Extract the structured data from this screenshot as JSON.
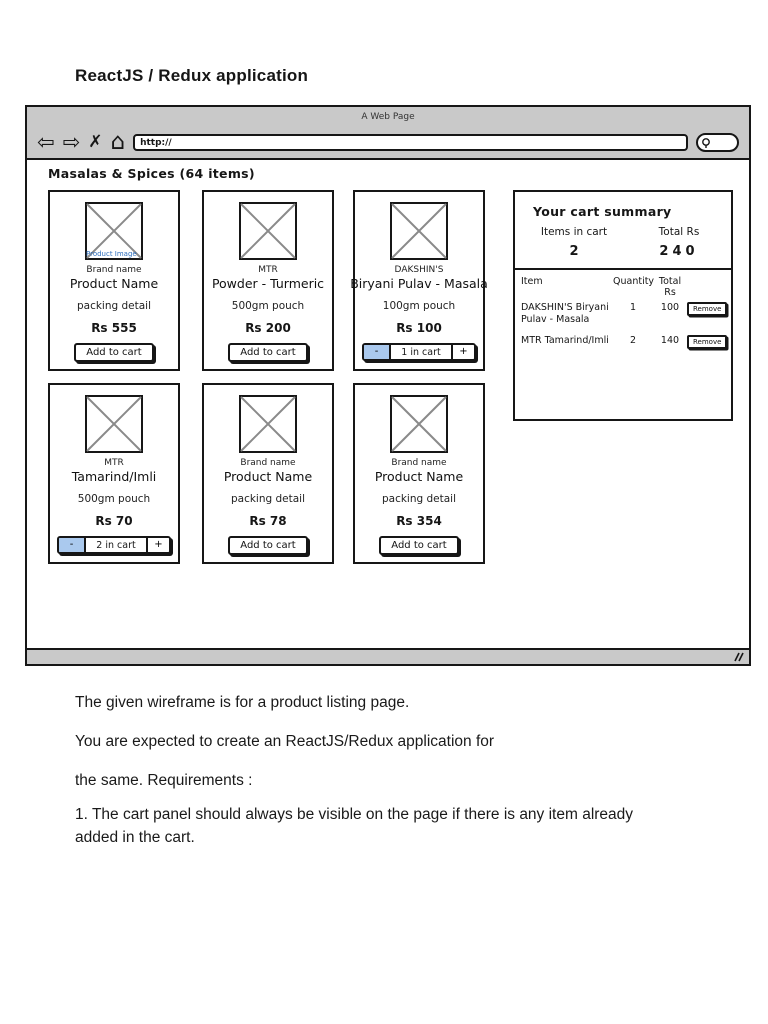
{
  "document": {
    "title": "ReactJS / Redux application",
    "paragraphs": {
      "p1": "The given wireframe is for a product listing page.",
      "p2": "You are expected to create an ReactJS/Redux application for",
      "p3": "the same. Requirements :",
      "p4": "1. The cart panel should always be visible on the page if there is any item already added in the cart."
    }
  },
  "browser": {
    "window_title": "A Web Page",
    "url": "http://",
    "icons": {
      "back": "⇦",
      "forward": "⇨",
      "close": "✗",
      "home": "⌂"
    }
  },
  "listing": {
    "heading": "Masalas & Spices (64 items)",
    "add_to_cart_label": "Add to cart",
    "products": [
      {
        "brand": "Brand name",
        "name": "Product Name",
        "packing": "packing detail",
        "price": "Rs 555",
        "image_label": "Product Image",
        "action": "add",
        "add_label": "Add to cart"
      },
      {
        "brand": "MTR",
        "name": "Powder - Turmeric",
        "packing": "500gm pouch",
        "price": "Rs 200",
        "action": "add",
        "add_label": "Add to cart"
      },
      {
        "brand": "DAKSHIN'S",
        "name": "Biryani Pulav - Masala",
        "packing": "100gm pouch",
        "price": "Rs 100",
        "action": "stepper",
        "stepper": {
          "minus": "-",
          "label": "1 in cart",
          "plus": "+"
        }
      },
      {
        "brand": "MTR",
        "name": "Tamarind/Imli",
        "packing": "500gm pouch",
        "price": "Rs 70",
        "action": "stepper",
        "stepper": {
          "minus": "-",
          "label": "2 in cart",
          "plus": "+"
        }
      },
      {
        "brand": "Brand name",
        "name": "Product Name",
        "packing": "packing detail",
        "price": "Rs 78",
        "action": "add",
        "add_label": "Add to cart"
      },
      {
        "brand": "Brand name",
        "name": "Product Name",
        "packing": "packing detail",
        "price": "Rs 354",
        "action": "add",
        "add_label": "Add to cart"
      }
    ]
  },
  "cart": {
    "title": "Your cart summary",
    "items_in_cart_label": "Items in cart",
    "items_in_cart_value": "2",
    "total_label": "Total Rs",
    "total_value": "240",
    "table": {
      "headers": [
        "Item",
        "Quantity",
        "Total Rs"
      ],
      "rows": [
        {
          "item": "DAKSHIN'S Biryani Pulav - Masala",
          "quantity": "1",
          "total": "100",
          "remove_label": "Remove"
        },
        {
          "item": "MTR Tamarind/Imli",
          "quantity": "2",
          "total": "140",
          "remove_label": "Remove"
        }
      ]
    }
  },
  "colors": {
    "chrome_gray": "#c9c9c9",
    "ink": "#161616",
    "stepper_active_blue": "#aac9ee",
    "image_label_blue": "#2e6fbd"
  }
}
